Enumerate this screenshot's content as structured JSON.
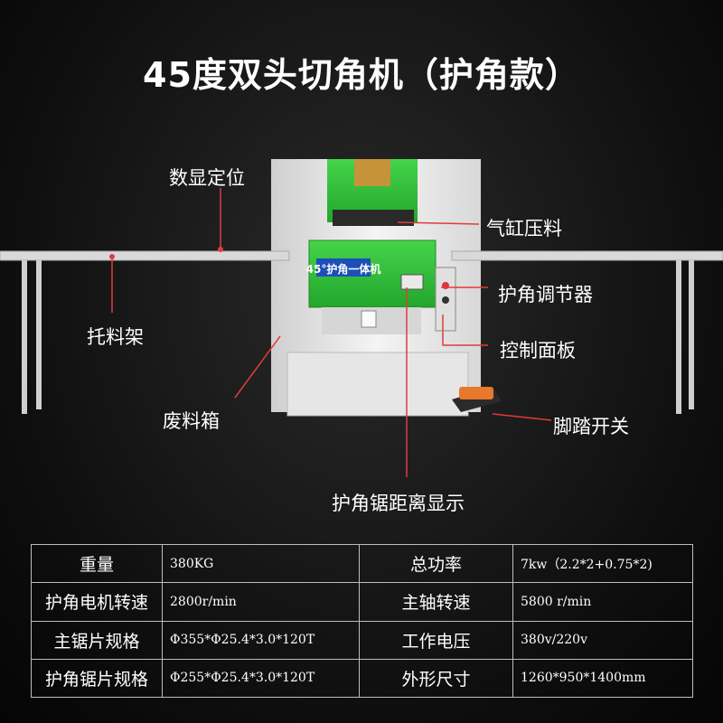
{
  "title": "45度双头切角机（护角款）",
  "machine_label": "45°护角一体机",
  "callouts": {
    "digital_positioning": "数显定位",
    "cylinder_press": "气缸压料",
    "corner_adjuster": "护角调节器",
    "material_rack": "托料架",
    "control_panel": "控制面板",
    "waste_box": "废料箱",
    "foot_switch": "脚踏开关",
    "saw_distance_display": "护角锯距离显示"
  },
  "specs": [
    {
      "label1": "重量",
      "value1": "380KG",
      "label2": "总功率",
      "value2": "7kw（2.2*2+0.75*2)"
    },
    {
      "label1": "护角电机转速",
      "value1": "2800r/min",
      "label2": "主轴转速",
      "value2": "5800 r/min"
    },
    {
      "label1": "主锯片规格",
      "value1": "Φ355*Φ25.4*3.0*120T",
      "label2": "工作电压",
      "value2": "380v/220v"
    },
    {
      "label1": "护角锯片规格",
      "value1": "Φ255*Φ25.4*3.0*120T",
      "label2": "外形尺寸",
      "value2": "1260*950*1400mm"
    }
  ],
  "colors": {
    "machine_green": "#2fbf3a",
    "callout_line": "#e23b3b",
    "foot_pedal": "#e8782a"
  }
}
